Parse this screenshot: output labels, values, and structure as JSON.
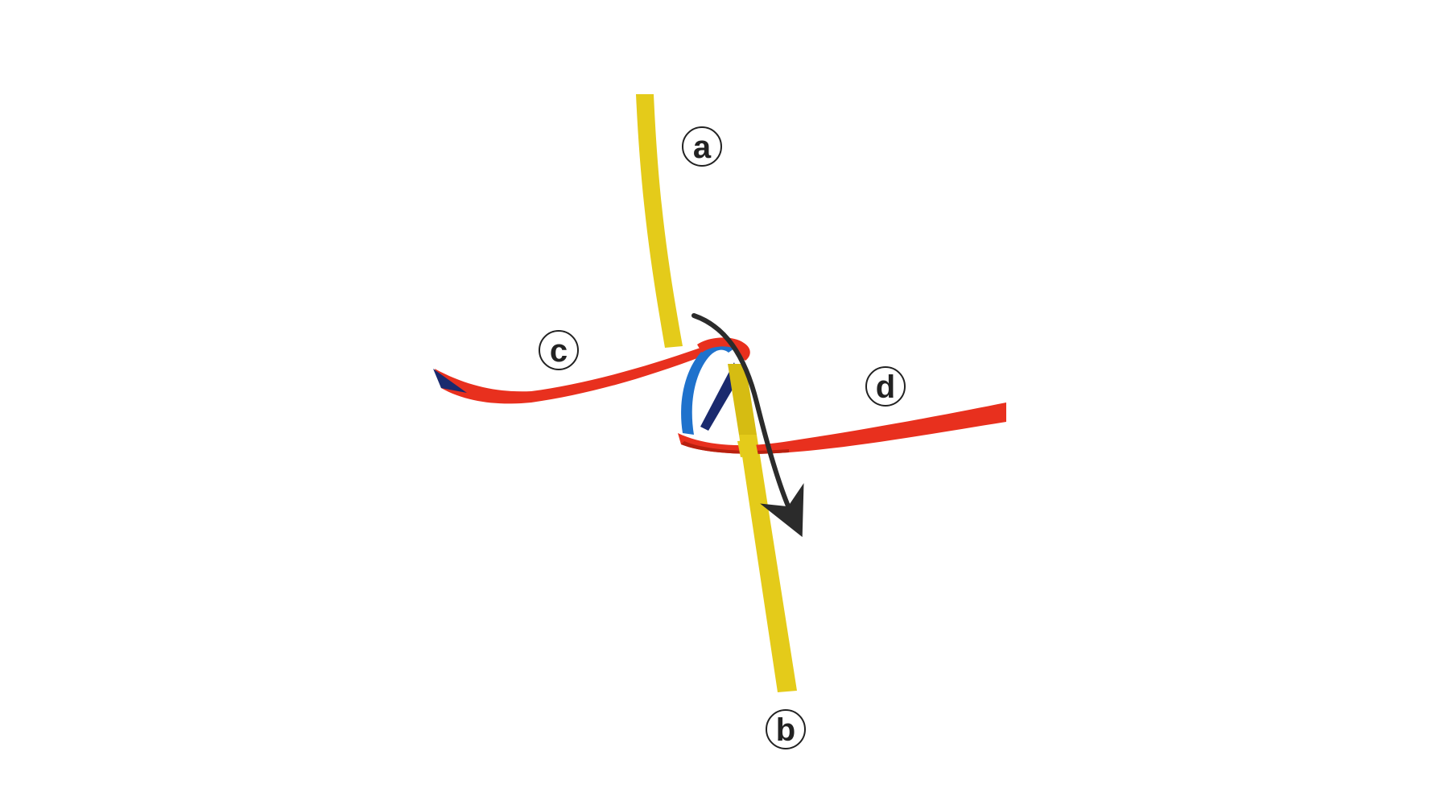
{
  "diagram": {
    "labels": {
      "a": "a",
      "b": "b",
      "c": "c",
      "d": "d"
    },
    "colors": {
      "yellow_ribbon": "#E4CB1A",
      "red_ribbon": "#E8301E",
      "red_ribbon_shadow": "#B8200F",
      "blue_ribbon": "#1F72CC",
      "blue_ribbon_dark": "#1A2A6E",
      "arrow": "#2B2B2B",
      "label": "#222222"
    }
  }
}
